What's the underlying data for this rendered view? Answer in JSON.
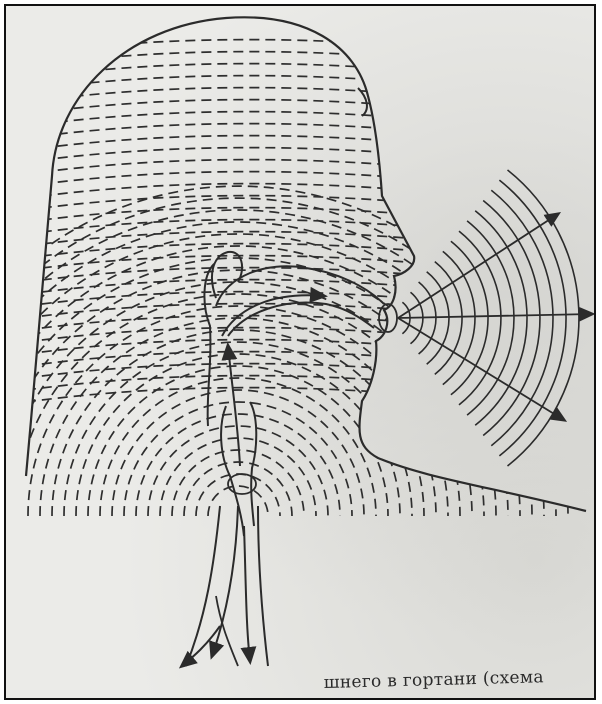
{
  "caption": {
    "text": "шнего в гортани (схема"
  },
  "colors": {
    "ink": "#2b2b2b",
    "paper": "#ebebe8",
    "frame": "#111111"
  },
  "icons": [
    "head-silhouette",
    "sound-wave-arcs",
    "arrow-icon"
  ]
}
